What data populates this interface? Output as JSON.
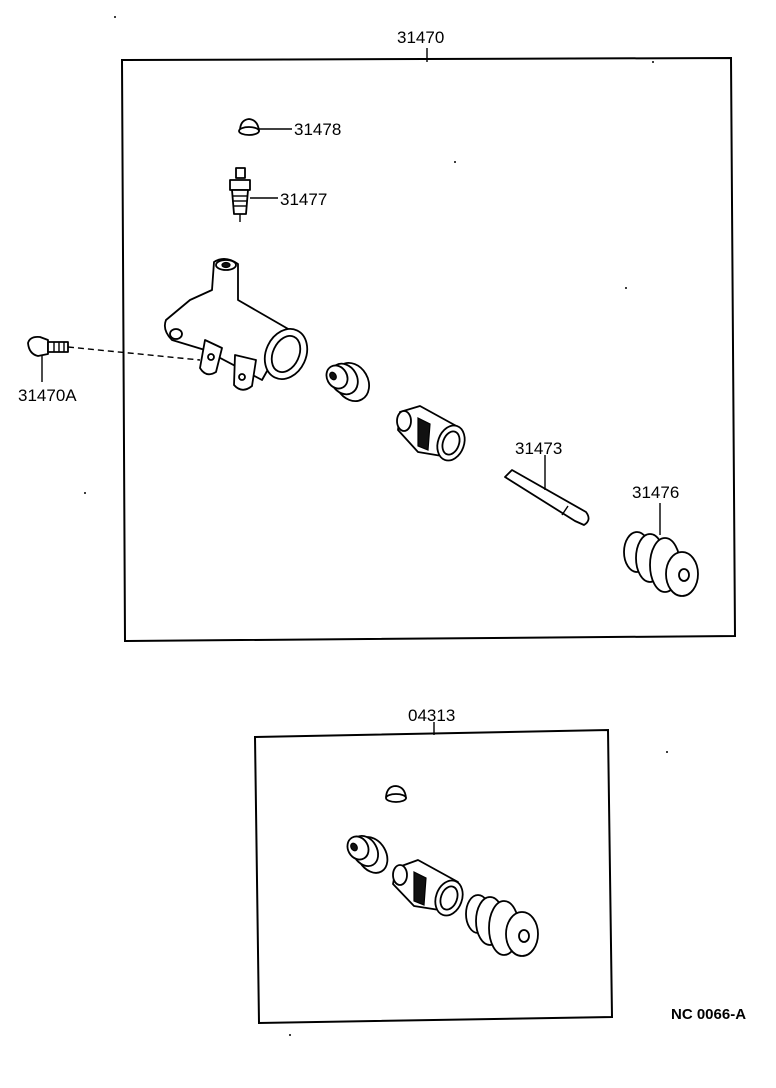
{
  "kit_main": {
    "label": "31470",
    "callouts": {
      "bleeder_cap": "31478",
      "bleeder_plug": "31477",
      "union_bolt": "31470A",
      "push_rod": "31473",
      "boot": "31476"
    }
  },
  "kit_repair": {
    "label": "04313"
  },
  "drawing_code": "NC 0066-A"
}
